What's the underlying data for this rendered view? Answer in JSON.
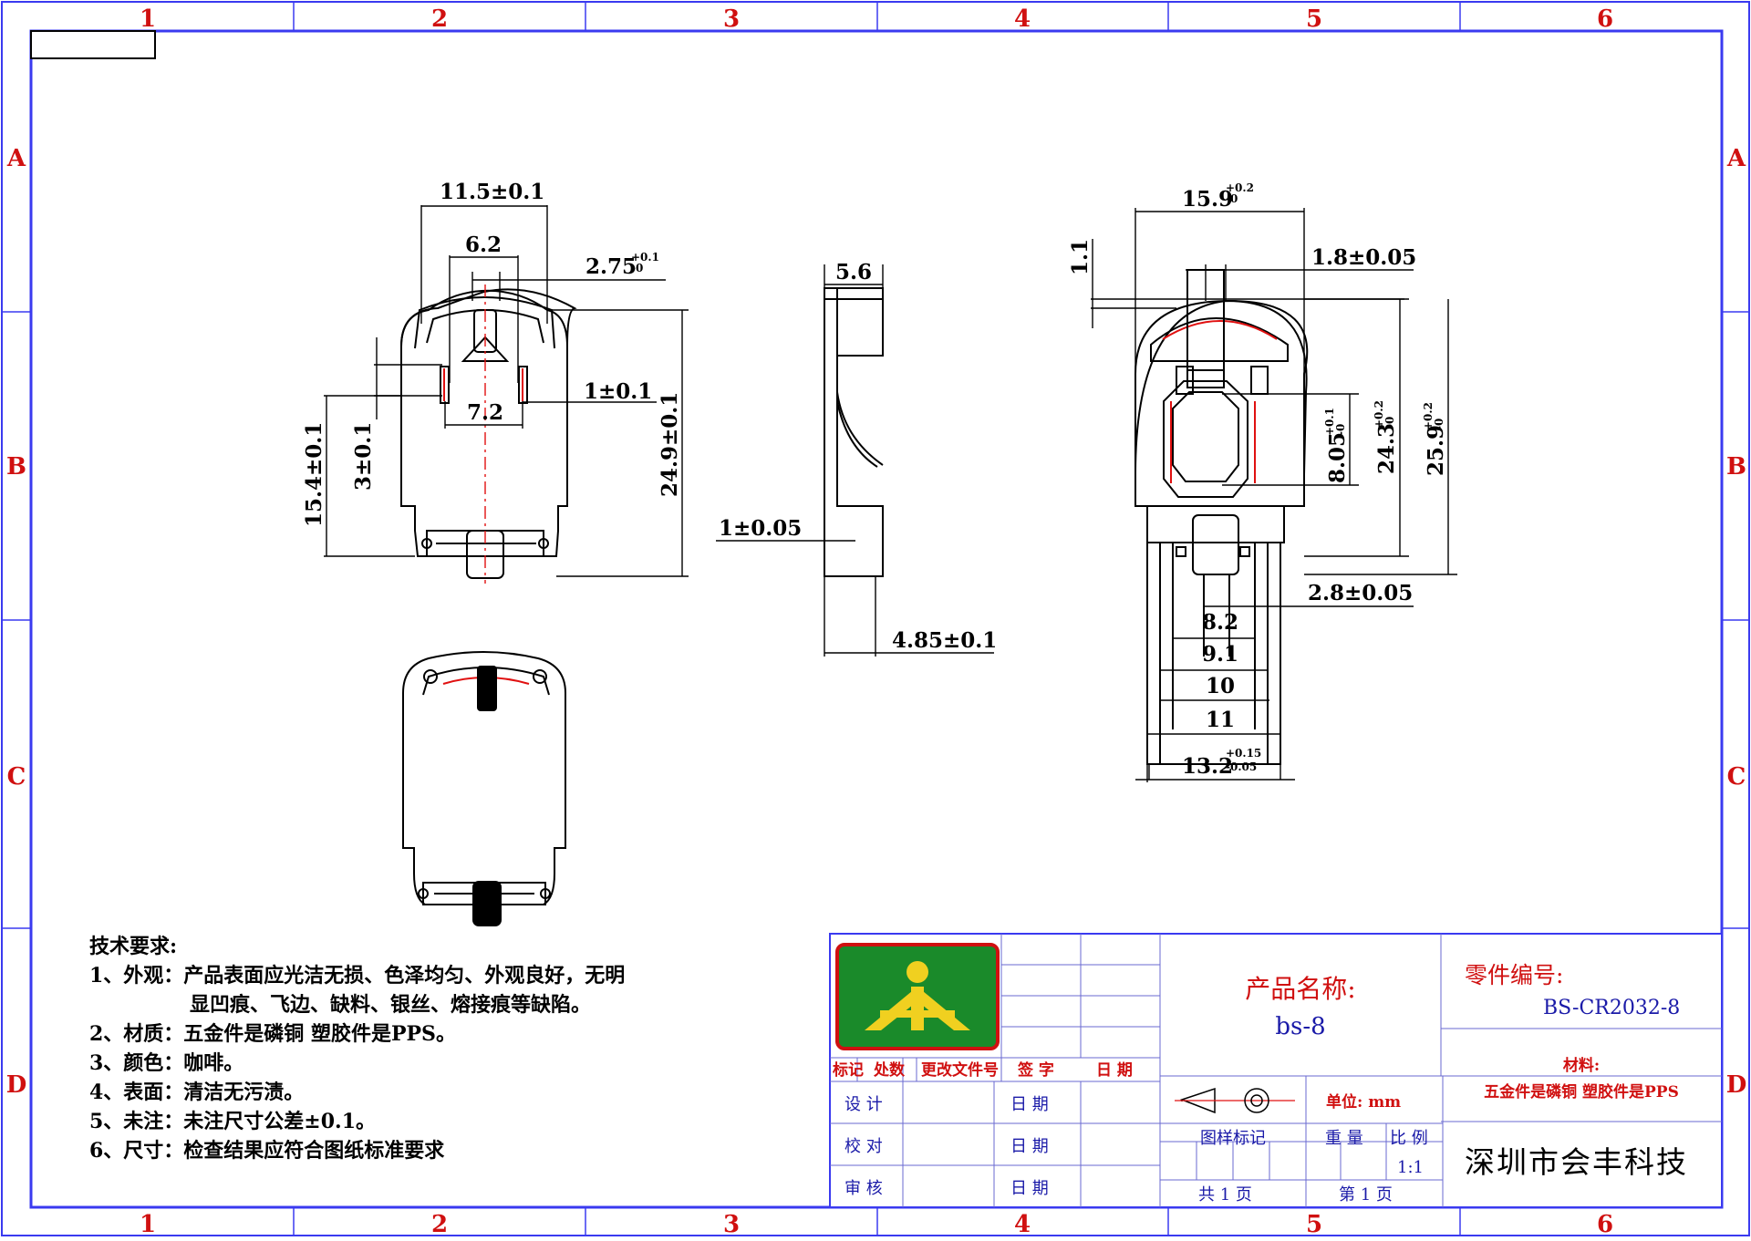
{
  "zone_columns": [
    "1",
    "2",
    "3",
    "4",
    "5",
    "6"
  ],
  "zone_rows": [
    "A",
    "B",
    "C",
    "D"
  ],
  "dimensions": {
    "front_11_5": "11.5±0.1",
    "front_6_2": "6.2",
    "front_2_75": "2.75",
    "front_2_75_tol": "+0.1",
    "front_2_75_tol2": "-0",
    "front_7_2": "7.2",
    "front_1": "1±0.1",
    "front_15_4": "15.4±0.1",
    "front_3": "3±0.1",
    "front_24_9": "24.9±0.1",
    "side_5_6": "5.6",
    "side_1": "1±0.05",
    "side_4_85": "4.85±0.1",
    "right_15_9": "15.9",
    "right_15_9_tol": "+0.2",
    "right_15_9_tol2": "-0",
    "right_1_1": "1.1",
    "right_1_8": "1.8±0.05",
    "right_8_05": "8.05",
    "right_8_05_tol": "+0.1",
    "right_8_05_tol2": "-0",
    "right_24_3": "24.3",
    "right_24_3_tol": "+0.2",
    "right_24_3_tol2": "-0",
    "right_25_9": "25.9",
    "right_25_9_tol": "+0.2",
    "right_25_9_tol2": "-0",
    "right_2_8": "2.8±0.05",
    "right_8_2": "8.2",
    "right_9_1": "9.1",
    "right_10": "10",
    "right_11": "11",
    "right_13_2": "13.2",
    "right_13_2_tol": "+0.15",
    "right_13_2_tol2": "-0.05"
  },
  "tech_requirements": {
    "title": "技术要求:",
    "lines": [
      "1、外观：产品表面应光洁无损、色泽均匀、外观良好，无明",
      "显凹痕、飞边、缺料、银丝、熔接痕等缺陷。",
      "2、材质：五金件是磷铜 塑胶件是PPS。",
      "3、颜色：咖啡。",
      "4、表面：清洁无污渍。",
      "5、未注：未注尺寸公差±0.1。",
      "6、尺寸：检查结果应符合图纸标准要求"
    ]
  },
  "title_block": {
    "revision_headers": [
      "标记",
      "处数",
      "更改文件号",
      "签 字",
      "日 期"
    ],
    "design": "设 计",
    "check": "校 对",
    "approve": "审 核",
    "date_label": "日 期",
    "product_name_label": "产品名称:",
    "product_name": "bs-8",
    "part_no_label": "零件编号:",
    "part_no": "BS-CR2032-8",
    "material_label": "材料:",
    "material": "五金件是磷铜 塑胶件是PPS",
    "unit": "单位: mm",
    "drawing_mark": "图样标记",
    "weight": "重 量",
    "scale_label": "比 例",
    "scale": "1:1",
    "total_pages": "共 1 页",
    "page": "第 1 页",
    "company": "深圳市会丰科技"
  },
  "colors": {
    "frame": "#3a3af0",
    "zone_text": "#d01010",
    "logo_green": "#1a8a2a",
    "logo_yellow": "#f0d020"
  }
}
